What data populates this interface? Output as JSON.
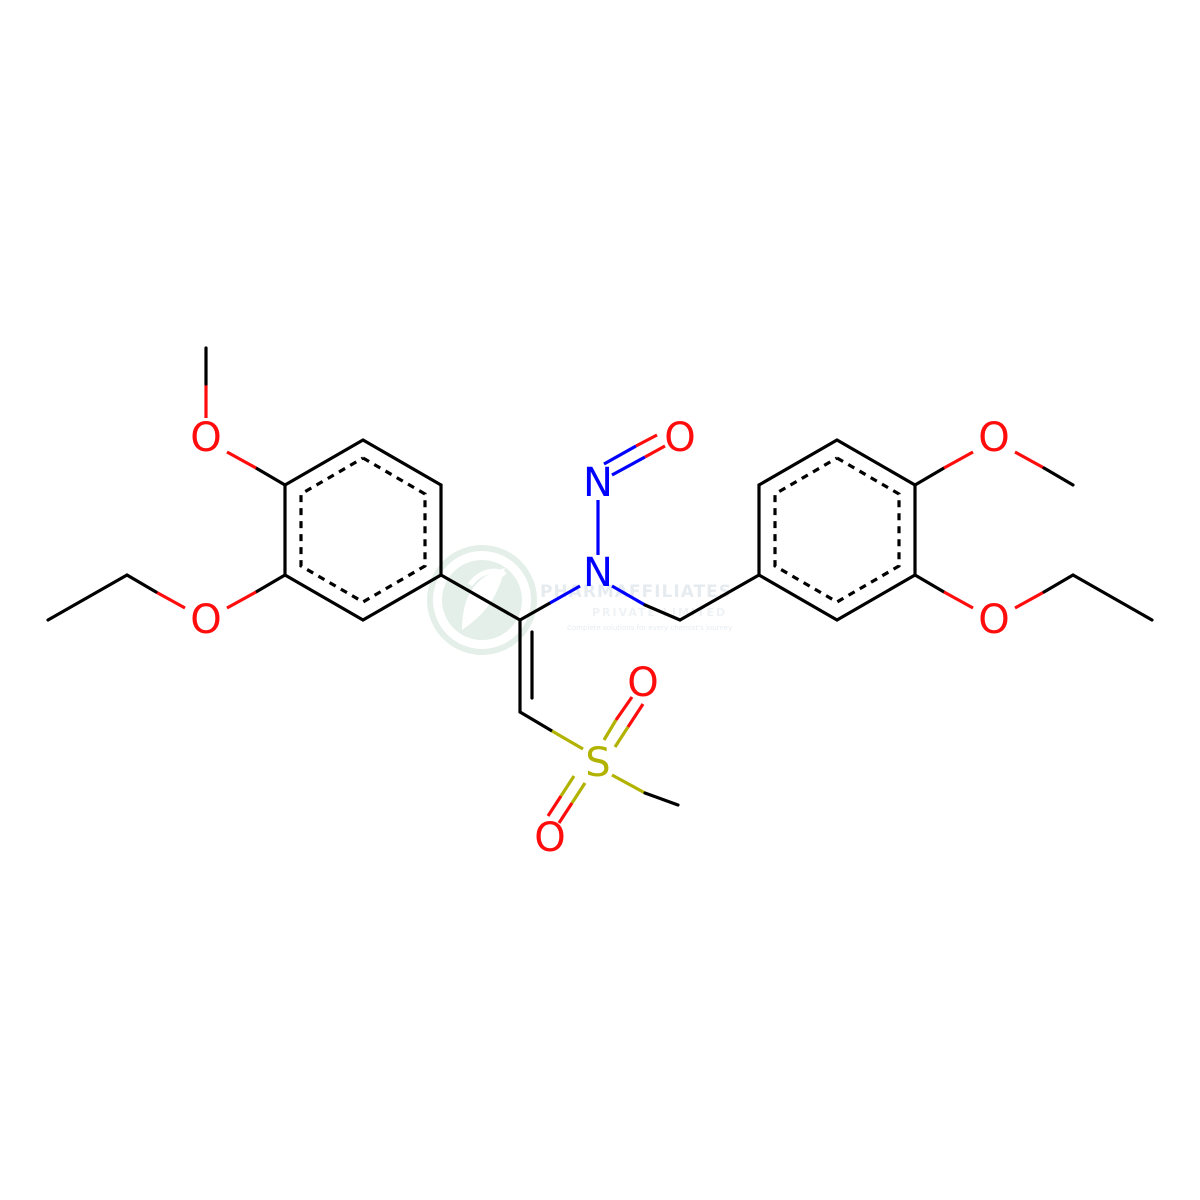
{
  "structure": {
    "atom_labels": {
      "o_methoxy_left": "O",
      "o_ethoxy_left": "O",
      "o_nitroso": "O",
      "n_nitroso": "N",
      "n_amine": "N",
      "o_methoxy_right": "O",
      "o_ethoxy_right": "O",
      "s_sulfonyl": "S",
      "o_sulfonyl_top": "O",
      "o_sulfonyl_bottom": "O"
    },
    "colors": {
      "bond": "#000000",
      "oxygen": "#ff0d0d",
      "nitrogen": "#0000ff",
      "sulfur": "#b2b200"
    }
  },
  "watermark": {
    "logo": "leaf-monogram-logo",
    "company_name": "PHARMAFFILIATES",
    "company_line2": "PRIVATE LIMITED",
    "tagline": "Complete solutions for every chemist's journey"
  }
}
